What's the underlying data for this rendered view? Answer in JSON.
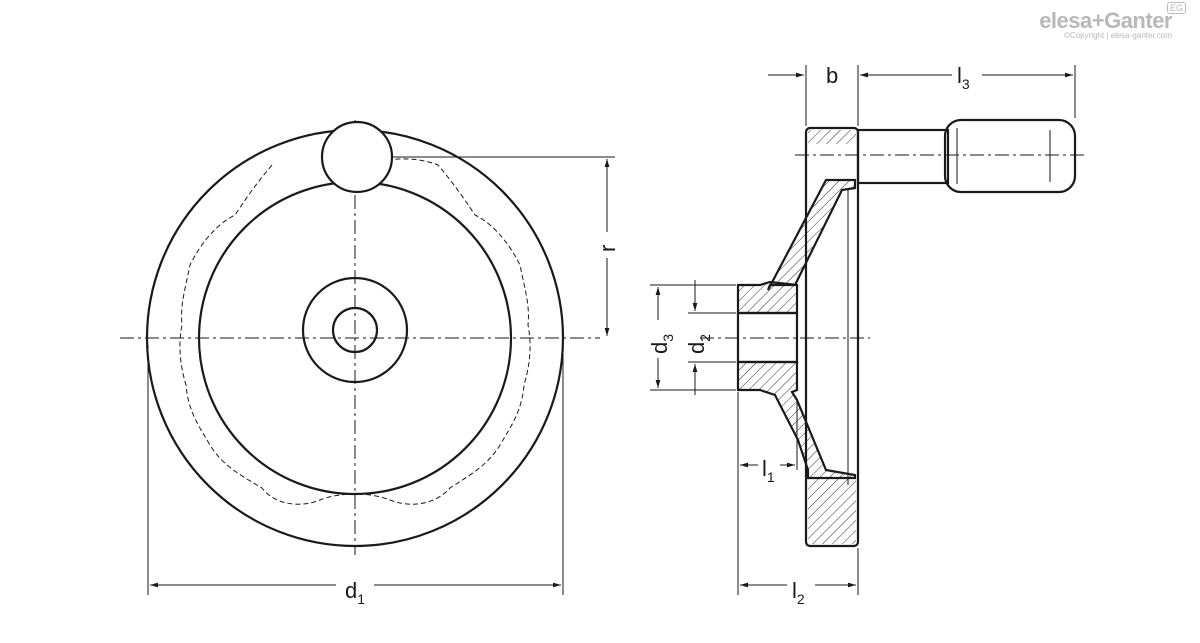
{
  "logo": {
    "brand": "elesa+Ganter",
    "badge": "EG",
    "copyright": "©Copyright | elesa-ganter.com"
  },
  "dimensions": {
    "d1": {
      "base": "d",
      "sub": "1"
    },
    "d2": {
      "base": "d",
      "sub": "2"
    },
    "d3": {
      "base": "d",
      "sub": "3"
    },
    "l1": {
      "base": "l",
      "sub": "1"
    },
    "l2": {
      "base": "l",
      "sub": "2"
    },
    "l3": {
      "base": "l",
      "sub": "3"
    },
    "b": "b",
    "r": "r"
  }
}
